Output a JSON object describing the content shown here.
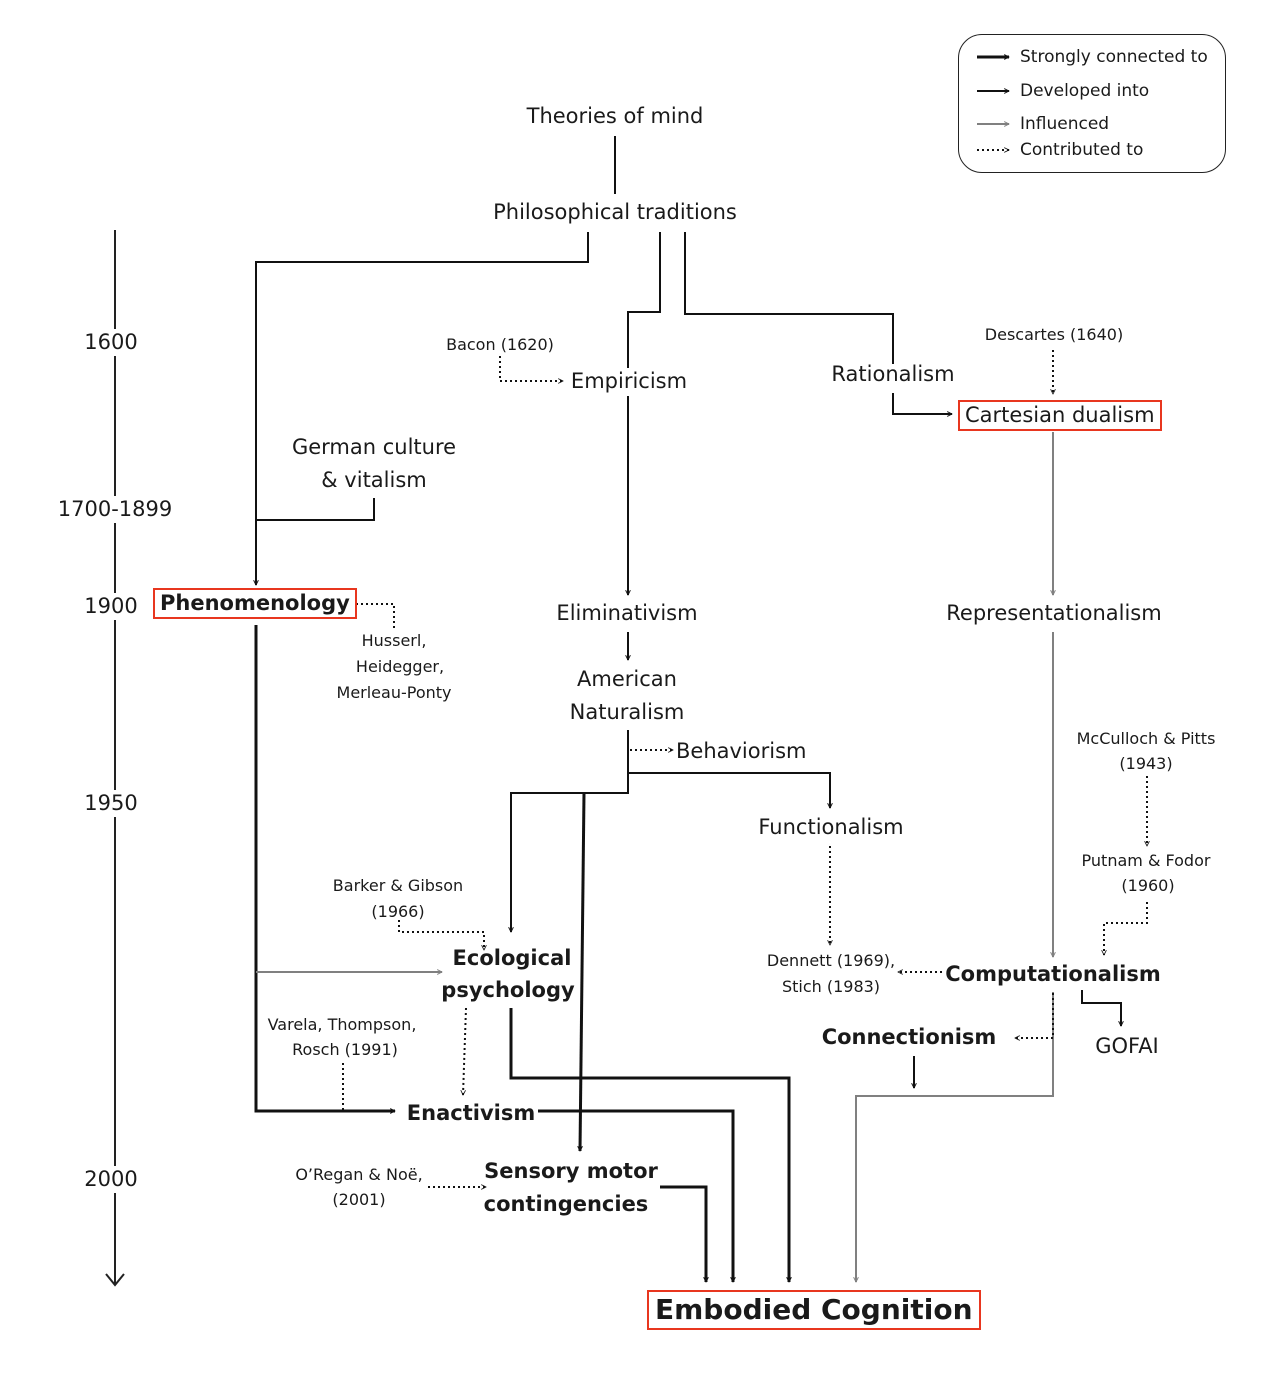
{
  "legend": {
    "strong": "Strongly connected to",
    "developed": "Developed into",
    "influenced": "Influenced",
    "contributed": "Contributed to"
  },
  "timeline": [
    "1600",
    "1700-1899",
    "1900",
    "1950",
    "2000"
  ],
  "nodes": {
    "theories_of_mind": "Theories of mind",
    "philosophical_traditions": "Philosophical traditions",
    "empiricism": "Empiricism",
    "rationalism": "Rationalism",
    "cartesian_dualism": "Cartesian dualism",
    "german_culture_1": "German culture",
    "german_culture_2": "& vitalism",
    "phenomenology": "Phenomenology",
    "eliminativism": "Eliminativism",
    "american_naturalism_1": "American",
    "american_naturalism_2": "Naturalism",
    "behaviorism": "Behaviorism",
    "functionalism": "Functionalism",
    "representationalism": "Representationalism",
    "ecological_psychology_1": "Ecological",
    "ecological_psychology_2": "psychology",
    "computationalism": "Computationalism",
    "connectionism": "Connectionism",
    "gofai": "GOFAI",
    "enactivism": "Enactivism",
    "sensory_motor_1": "Sensory motor",
    "sensory_motor_2": "contingencies",
    "embodied_cognition": "Embodied Cognition"
  },
  "sources": {
    "bacon": "Bacon (1620)",
    "descartes": "Descartes (1640)",
    "husserl_1": "Husserl,",
    "husserl_2": "Heidegger,",
    "husserl_3": "Merleau-Ponty",
    "mcculloch_1": "McCulloch & Pitts",
    "mcculloch_2": "(1943)",
    "putnam_1": "Putnam & Fodor",
    "putnam_2": "(1960)",
    "barker_1": "Barker & Gibson",
    "barker_2": "(1966)",
    "dennett_1": "Dennett (1969),",
    "dennett_2": "Stich (1983)",
    "varela_1": "Varela, Thompson,",
    "varela_2": "Rosch (1991)",
    "oregan_1": "O’Regan & Noë,",
    "oregan_2": "(2001)"
  },
  "colors": {
    "highlight_border": "#e8361f",
    "strong_line": "#111111",
    "influence_line": "#808080"
  }
}
